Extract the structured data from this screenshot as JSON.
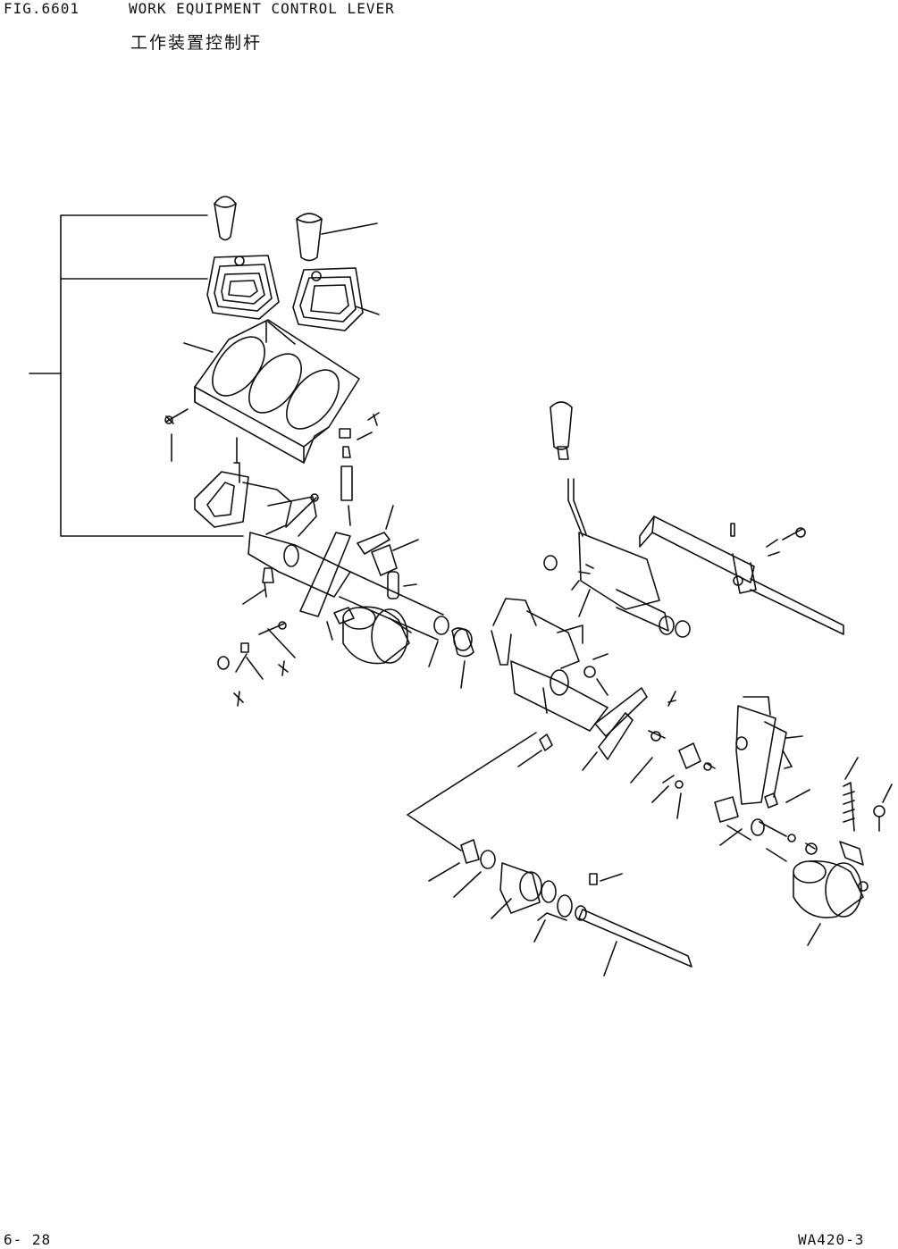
{
  "header": {
    "figure_number": "FIG.6601",
    "title_en": "WORK EQUIPMENT CONTROL LEVER",
    "title_jp": "工作装置控制杆"
  },
  "footer": {
    "page_number": "6- 28",
    "model": "WA420-3"
  },
  "colors": {
    "ink": "#111111",
    "paper": "#ffffff"
  }
}
